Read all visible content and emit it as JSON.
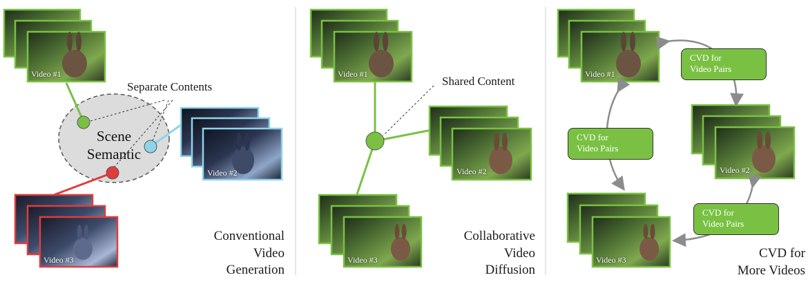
{
  "panels": {
    "conventional": {
      "title_lines": [
        "Conventional",
        "Video",
        "Generation"
      ],
      "annotation": "Separate Contents",
      "scene_lines": [
        "Scene",
        "Semantic"
      ],
      "videos": [
        "Video #1",
        "Video #2",
        "Video #3"
      ]
    },
    "collaborative": {
      "title_lines": [
        "Collaborative",
        "Video",
        "Diffusion"
      ],
      "annotation": "Shared Content",
      "videos": [
        "Video #1",
        "Video #2",
        "Video #3"
      ]
    },
    "more_videos": {
      "title_lines": [
        "CVD for",
        "More Videos"
      ],
      "pair_box_lines": [
        "CVD for",
        "Video Pairs"
      ],
      "videos": [
        "Video #1",
        "Video #2",
        "Video #3"
      ]
    }
  },
  "colors": {
    "green_frame": "#7ac143",
    "blue_frame": "#8fd3e8",
    "red_frame": "#e03c3c",
    "ellipse_fill": "#dcdcdc",
    "arrow": "#8c8c8c",
    "divider": "#dddddd"
  }
}
